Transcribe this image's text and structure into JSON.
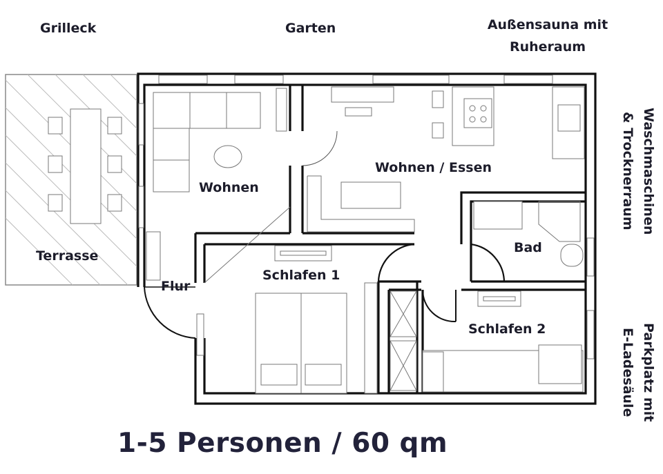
{
  "outside": {
    "grilleck": "Grilleck",
    "garten": "Garten",
    "sauna_line1": "Außensauna mit",
    "sauna_line2": "Ruheraum",
    "wash_line1": "Waschmaschinen",
    "wash_line2": "& Trocknerraum",
    "park_line1": "Parkplatz mit",
    "park_line2": "E-Ladesäule"
  },
  "rooms": {
    "terrasse": "Terrasse",
    "wohnen": "Wohnen",
    "wohnen_essen": "Wohnen / Essen",
    "flur": "Flur",
    "schlafen1": "Schlafen 1",
    "schlafen2": "Schlafen 2",
    "bad": "Bad"
  },
  "footer": "1-5 Personen / 60 qm"
}
